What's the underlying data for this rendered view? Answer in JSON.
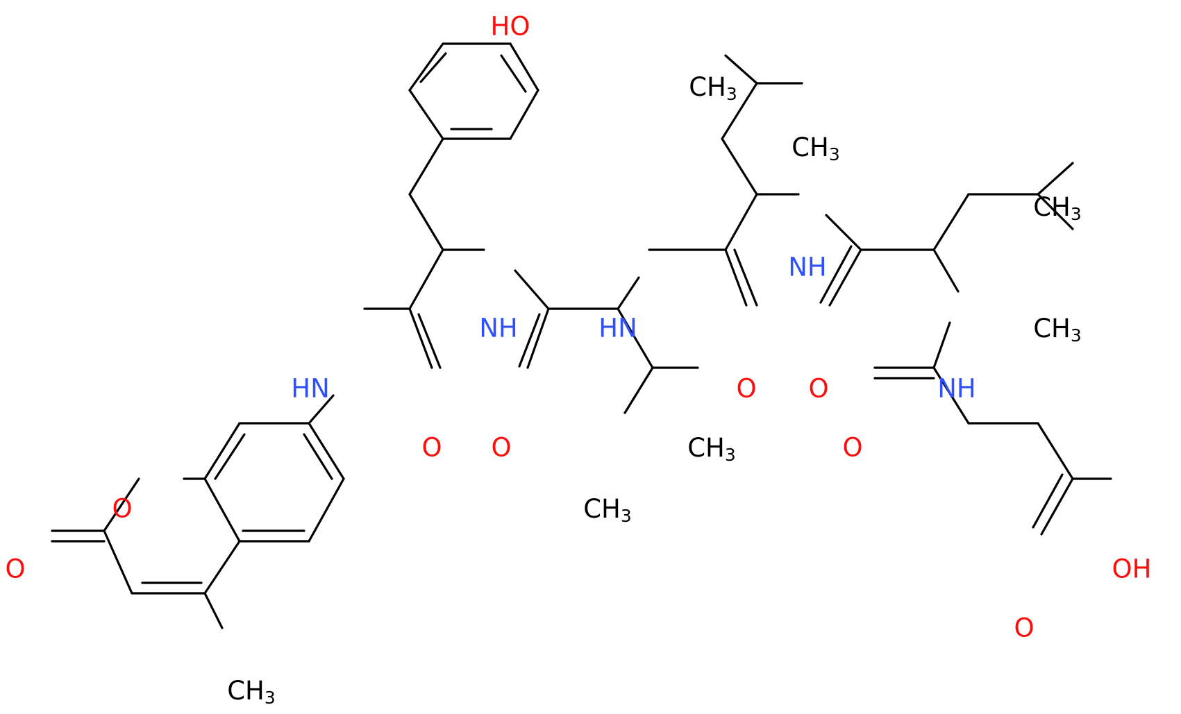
{
  "colors": {
    "bond": "#000000",
    "nitrogen": "#3050f8",
    "oxygen": "#ff0d0d",
    "carbon": "#000000",
    "background": "#ffffff"
  },
  "labels": {
    "oh_phenol": "HO",
    "nh_anilide": "HN",
    "nh_tyr": "NH",
    "nh_val": "HN",
    "nh_leu1": "NH",
    "nh_leu2": "NH",
    "o_tyr": "O",
    "o_val": "O",
    "o_leu1": "O",
    "o_leu2": "O",
    "o_succ": "O",
    "o_ring": "O",
    "o_lactone": "O",
    "o_acid_dbl": "O",
    "oh_acid": "OH",
    "ch3_val_a": "CH",
    "ch3_val_b": "CH",
    "ch3_leu1_a": "CH",
    "ch3_leu1_b": "CH",
    "ch3_leu2_a": "CH",
    "ch3_leu2_b": "CH",
    "ch3_coumarin": "CH",
    "sub3": "3"
  }
}
